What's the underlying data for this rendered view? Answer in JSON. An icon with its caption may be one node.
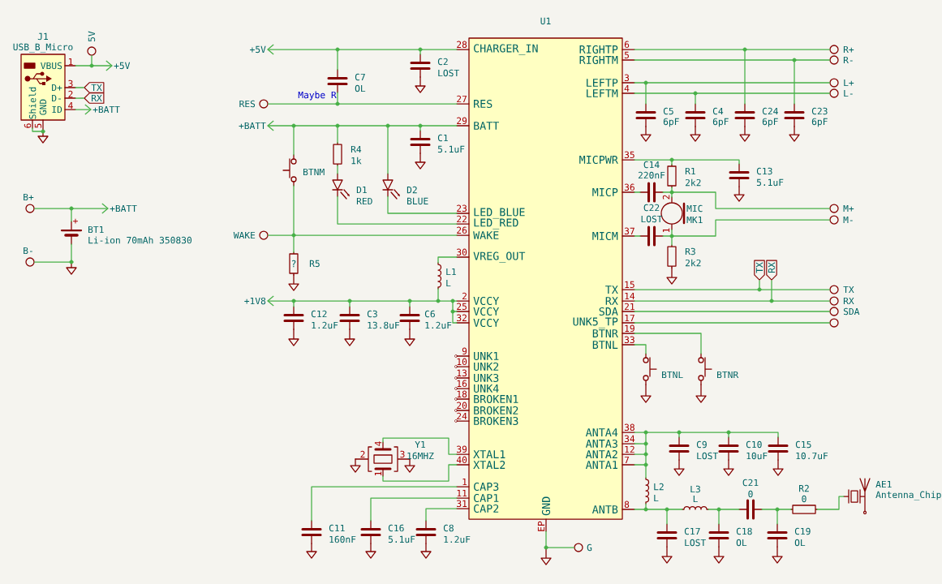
{
  "diagram": {
    "nodes": [
      {
        "text": [
          "J1",
          "USB_B_Micro",
          "VBUS",
          "1",
          "D+",
          "3",
          "D-",
          "2",
          "ID",
          "4",
          "Shield",
          "GND",
          "6",
          "5"
        ]
      },
      {
        "text": [
          "5V"
        ]
      },
      {
        "text": [
          "+5V"
        ]
      },
      {
        "text": [
          "TX"
        ]
      },
      {
        "text": [
          "RX"
        ]
      },
      {
        "text": [
          "+BATT"
        ]
      },
      {
        "text": [
          "B+"
        ]
      },
      {
        "text": [
          "+BATT"
        ]
      },
      {
        "text": [
          "+",
          "BT1",
          "Li-ion 70mAh 350830"
        ]
      },
      {
        "text": [
          "B-"
        ]
      },
      {
        "text": [
          "+5V"
        ]
      },
      {
        "text": [
          "C7",
          "OL"
        ]
      },
      {
        "text": [
          "C2",
          "LOST"
        ]
      },
      {
        "text": [
          "RES"
        ]
      },
      {
        "text": [
          "+BATT"
        ]
      },
      {
        "text": [
          "BTNM"
        ]
      },
      {
        "text": [
          "R4",
          "1k"
        ]
      },
      {
        "text": [
          "D1",
          "RED"
        ]
      },
      {
        "text": [
          "D2",
          "BLUE"
        ]
      },
      {
        "text": [
          "C1",
          "5.1uF"
        ]
      },
      {
        "text": [
          "WAKE"
        ]
      },
      {
        "text": [
          "?",
          "R5"
        ]
      },
      {
        "text": [
          "L1",
          "L"
        ]
      },
      {
        "text": [
          "+1V8"
        ]
      },
      {
        "text": [
          "C12",
          "1.2uF"
        ]
      },
      {
        "text": [
          "C3",
          "13.8uF"
        ]
      },
      {
        "text": [
          "C6",
          "1.2uF"
        ]
      },
      {
        "text": [
          "U1",
          "CHARGER_IN",
          "RES",
          "BATT",
          "LED_BLUE",
          "LED_RED",
          "WAKE",
          "VREG_OUT",
          "VCCY",
          "VCCY",
          "VCCY",
          "UNK1",
          "UNK2",
          "UNK3",
          "UNK4",
          "BROKEN1",
          "BROKEN2",
          "BROKEN3",
          "XTAL1",
          "XTAL2",
          "CAP3",
          "CAP1",
          "CAP2",
          "RIGHTP",
          "RIGHTM",
          "LEFTP",
          "LEFTM",
          "MICPWR",
          "MICP",
          "MICM",
          "TX",
          "RX",
          "SDA",
          "UNK5_TP",
          "BTNR",
          "BTNL",
          "ANTA4",
          "ANTA3",
          "ANTA2",
          "ANTA1",
          "ANTB",
          "GND"
        ],
        "beside": [
          "28",
          "27",
          "29",
          "23",
          "22",
          "26",
          "30",
          "2",
          "25",
          "32",
          "9",
          "10",
          "13",
          "16",
          "18",
          "20",
          "24",
          "39",
          "40",
          "1",
          "11",
          "31",
          "6",
          "5",
          "3",
          "4",
          "35",
          "36",
          "37",
          "15",
          "14",
          "21",
          "17",
          "19",
          "33",
          "38",
          "34",
          "12",
          "7",
          "8",
          "EP"
        ]
      },
      {
        "text": [
          "4",
          "Y1",
          "2",
          "3",
          "16MHZ",
          "1"
        ]
      },
      {
        "text": [
          "C11",
          "160nF"
        ]
      },
      {
        "text": [
          "C16",
          "5.1uF"
        ]
      },
      {
        "text": [
          "C8",
          "1.2uF"
        ]
      },
      {
        "text": [
          "G"
        ]
      },
      {
        "text": [
          "R+"
        ]
      },
      {
        "text": [
          "R-"
        ]
      },
      {
        "text": [
          "L+"
        ]
      },
      {
        "text": [
          "L-"
        ]
      },
      {
        "text": [
          "C5",
          "6pF"
        ]
      },
      {
        "text": [
          "C4",
          "6pF"
        ]
      },
      {
        "text": [
          "C24",
          "6pF"
        ]
      },
      {
        "text": [
          "C23",
          "6pF"
        ]
      },
      {
        "text": [
          "C13",
          "5.1uF"
        ]
      },
      {
        "text": [
          "R1",
          "2k2"
        ]
      },
      {
        "text": [
          "C14",
          "220nF"
        ]
      },
      {
        "text": [
          "2",
          "MIC",
          "MK1",
          "1"
        ]
      },
      {
        "text": [
          "C22",
          "LOST"
        ]
      },
      {
        "text": [
          "R3",
          "2k2"
        ]
      },
      {
        "text": [
          "M+"
        ]
      },
      {
        "text": [
          "M-"
        ]
      },
      {
        "text": [
          "TX"
        ]
      },
      {
        "text": [
          "RX"
        ]
      },
      {
        "text": [
          "TX"
        ]
      },
      {
        "text": [
          "RX"
        ]
      },
      {
        "text": [
          "SDA"
        ]
      },
      {
        "text": [],
        "shape": "circle"
      },
      {
        "text": [
          "BTNL"
        ]
      },
      {
        "text": [
          "BTNR"
        ]
      },
      {
        "text": [
          "C9",
          "LOST"
        ]
      },
      {
        "text": [
          "C10",
          "10uF"
        ]
      },
      {
        "text": [
          "C15",
          "10.7uF"
        ]
      },
      {
        "text": [
          "L2",
          "L"
        ]
      },
      {
        "text": [
          "L3",
          "L"
        ]
      },
      {
        "text": [
          "C21",
          "0"
        ]
      },
      {
        "text": [
          "R2",
          "0"
        ]
      },
      {
        "text": [
          "AE1",
          "Antenna_Chip"
        ]
      },
      {
        "text": [
          "C17",
          "LOST"
        ]
      },
      {
        "text": [
          "C18",
          "OL"
        ]
      },
      {
        "text": [
          "C19",
          "OL"
        ]
      },
      {
        "text": [],
        "shape": "dot"
      },
      {
        "text": [],
        "shape": "dot"
      },
      {
        "text": [],
        "shape": "dot"
      },
      {
        "text": [],
        "shape": "dot"
      },
      {
        "text": [],
        "shape": "dot"
      },
      {
        "text": [],
        "shape": "dot"
      },
      {
        "text": [],
        "shape": "dot"
      },
      {
        "text": [],
        "shape": "dot"
      },
      {
        "text": [],
        "shape": "dot"
      },
      {
        "text": [],
        "shape": "dot"
      },
      {
        "text": [],
        "shape": "dot"
      },
      {
        "text": [],
        "shape": "dot"
      },
      {
        "text": [],
        "shape": "dot"
      },
      {
        "text": [],
        "shape": "dot"
      },
      {
        "text": [],
        "shape": "dot"
      },
      {
        "text": [],
        "shape": "dot"
      },
      {
        "text": [],
        "shape": "dot"
      },
      {
        "text": [],
        "shape": "dot"
      },
      {
        "text": [],
        "shape": "dot"
      },
      {
        "text": [],
        "shape": "dot"
      },
      {
        "text": [],
        "shape": "dot"
      },
      {
        "text": [],
        "shape": "dot"
      },
      {
        "text": [],
        "shape": "dot"
      },
      {
        "text": [],
        "shape": "dot"
      },
      {
        "text": [],
        "shape": "dot"
      },
      {
        "text": [],
        "shape": "dot"
      },
      {
        "text": [],
        "shape": "dot"
      },
      {
        "text": [],
        "shape": "dot"
      },
      {
        "text": [],
        "shape": "dot"
      },
      {
        "text": [],
        "shape": "dot"
      },
      {
        "text": [],
        "shape": "dot"
      },
      {
        "text": [],
        "shape": "dot"
      },
      {
        "text": [],
        "shape": "dot"
      },
      {
        "text": [],
        "shape": "dot"
      },
      {
        "text": [],
        "shape": "dot"
      },
      {
        "text": [],
        "shape": "dot"
      },
      {
        "text": [],
        "shape": "dot"
      },
      {
        "text": [],
        "shape": "dot"
      }
    ],
    "edges": [
      {
        "from": 0,
        "to": 72,
        "arrow": "none"
      },
      {
        "from": 72,
        "to": 2,
        "arrow": "to"
      },
      {
        "from": 1,
        "to": 72,
        "arrow": "none"
      },
      {
        "from": 0,
        "to": 3,
        "arrow": "none"
      },
      {
        "from": 0,
        "to": 4,
        "arrow": "none"
      },
      {
        "from": 0,
        "to": 5,
        "arrow": "to"
      },
      {
        "from": 0,
        "to": 80,
        "arrow": "none"
      },
      {
        "from": 6,
        "to": 83,
        "arrow": "none"
      },
      {
        "from": 83,
        "to": 7,
        "arrow": "to"
      },
      {
        "from": 8,
        "to": 83,
        "arrow": "none"
      },
      {
        "from": 9,
        "to": 86,
        "arrow": "none"
      },
      {
        "from": 8,
        "to": 86,
        "arrow": "none"
      },
      {
        "from": 27,
        "to": 69,
        "arrow": "none"
      },
      {
        "from": 12,
        "to": 69,
        "arrow": "none"
      },
      {
        "from": 69,
        "to": 68,
        "arrow": "none"
      },
      {
        "from": 68,
        "to": 10,
        "arrow": "to"
      },
      {
        "from": 11,
        "to": 68,
        "arrow": "none"
      },
      {
        "from": 11,
        "to": 75,
        "arrow": "none"
      },
      {
        "from": 13,
        "to": 75,
        "arrow": "none"
      },
      {
        "from": 75,
        "to": 27,
        "arrow": "none"
      },
      {
        "from": 27,
        "to": 79,
        "arrow": "none"
      },
      {
        "from": 19,
        "to": 79,
        "arrow": "none"
      },
      {
        "from": 79,
        "to": 78,
        "arrow": "none"
      },
      {
        "from": 78,
        "to": 77,
        "arrow": "none"
      },
      {
        "from": 77,
        "to": 76,
        "arrow": "none"
      },
      {
        "from": 76,
        "to": 14,
        "arrow": "to"
      },
      {
        "from": 18,
        "to": 78,
        "arrow": "none"
      },
      {
        "from": 16,
        "to": 77,
        "arrow": "none"
      },
      {
        "from": 15,
        "to": 76,
        "arrow": "none"
      },
      {
        "from": 16,
        "to": 17,
        "arrow": "none"
      },
      {
        "from": 17,
        "to": 27,
        "arrow": "none"
      },
      {
        "from": 18,
        "to": 27,
        "arrow": "none"
      },
      {
        "from": 20,
        "to": 84,
        "arrow": "none"
      },
      {
        "from": 84,
        "to": 27,
        "arrow": "none"
      },
      {
        "from": 15,
        "to": 84,
        "arrow": "none"
      },
      {
        "from": 21,
        "to": 84,
        "arrow": "none"
      },
      {
        "from": 27,
        "to": 22,
        "arrow": "none"
      },
      {
        "from": 22,
        "to": 91,
        "arrow": "none"
      },
      {
        "from": 27,
        "to": 92,
        "arrow": "none"
      },
      {
        "from": 92,
        "to": 91,
        "arrow": "none"
      },
      {
        "from": 91,
        "to": 90,
        "arrow": "none"
      },
      {
        "from": 90,
        "to": 89,
        "arrow": "none"
      },
      {
        "from": 89,
        "to": 88,
        "arrow": "none"
      },
      {
        "from": 88,
        "to": 23,
        "arrow": "to"
      },
      {
        "from": 24,
        "to": 88,
        "arrow": "none"
      },
      {
        "from": 25,
        "to": 89,
        "arrow": "none"
      },
      {
        "from": 26,
        "to": 90,
        "arrow": "none"
      },
      {
        "from": 92,
        "to": 94,
        "arrow": "none"
      },
      {
        "from": 94,
        "to": 27,
        "arrow": "none"
      },
      {
        "from": 94,
        "to": 27,
        "arrow": "none"
      },
      {
        "from": 28,
        "to": 27,
        "arrow": "none"
      },
      {
        "from": 28,
        "to": 27,
        "arrow": "none"
      },
      {
        "from": 29,
        "to": 27,
        "arrow": "none"
      },
      {
        "from": 30,
        "to": 27,
        "arrow": "none"
      },
      {
        "from": 31,
        "to": 27,
        "arrow": "none"
      },
      {
        "from": 27,
        "to": 105,
        "arrow": "none"
      },
      {
        "from": 105,
        "to": 32,
        "arrow": "none"
      },
      {
        "from": 27,
        "to": 70,
        "arrow": "none"
      },
      {
        "from": 70,
        "to": 33,
        "arrow": "none"
      },
      {
        "from": 39,
        "to": 70,
        "arrow": "none"
      },
      {
        "from": 27,
        "to": 71,
        "arrow": "none"
      },
      {
        "from": 71,
        "to": 34,
        "arrow": "none"
      },
      {
        "from": 40,
        "to": 71,
        "arrow": "none"
      },
      {
        "from": 27,
        "to": 73,
        "arrow": "none"
      },
      {
        "from": 73,
        "to": 35,
        "arrow": "none"
      },
      {
        "from": 37,
        "to": 73,
        "arrow": "none"
      },
      {
        "from": 27,
        "to": 74,
        "arrow": "none"
      },
      {
        "from": 74,
        "to": 36,
        "arrow": "none"
      },
      {
        "from": 38,
        "to": 74,
        "arrow": "none"
      },
      {
        "from": 27,
        "to": 81,
        "arrow": "none"
      },
      {
        "from": 81,
        "to": 41,
        "arrow": "none"
      },
      {
        "from": 42,
        "to": 81,
        "arrow": "none"
      },
      {
        "from": 27,
        "to": 43,
        "arrow": "none"
      },
      {
        "from": 43,
        "to": 82,
        "arrow": "none"
      },
      {
        "from": 42,
        "to": 82,
        "arrow": "none"
      },
      {
        "from": 82,
        "to": 44,
        "arrow": "none"
      },
      {
        "from": 82,
        "to": 47,
        "arrow": "none"
      },
      {
        "from": 27,
        "to": 45,
        "arrow": "none"
      },
      {
        "from": 45,
        "to": 85,
        "arrow": "none"
      },
      {
        "from": 44,
        "to": 85,
        "arrow": "none"
      },
      {
        "from": 46,
        "to": 85,
        "arrow": "none"
      },
      {
        "from": 85,
        "to": 48,
        "arrow": "none"
      },
      {
        "from": 27,
        "to": 87,
        "arrow": "none"
      },
      {
        "from": 87,
        "to": 51,
        "arrow": "none"
      },
      {
        "from": 49,
        "to": 87,
        "arrow": "none"
      },
      {
        "from": 27,
        "to": 93,
        "arrow": "none"
      },
      {
        "from": 93,
        "to": 52,
        "arrow": "none"
      },
      {
        "from": 50,
        "to": 93,
        "arrow": "none"
      },
      {
        "from": 27,
        "to": 53,
        "arrow": "none"
      },
      {
        "from": 27,
        "to": 54,
        "arrow": "none"
      },
      {
        "from": 27,
        "to": 56,
        "arrow": "none"
      },
      {
        "from": 27,
        "to": 55,
        "arrow": "none"
      },
      {
        "from": 27,
        "to": 95,
        "arrow": "none"
      },
      {
        "from": 95,
        "to": 96,
        "arrow": "none"
      },
      {
        "from": 96,
        "to": 97,
        "arrow": "none"
      },
      {
        "from": 97,
        "to": 59,
        "arrow": "none"
      },
      {
        "from": 57,
        "to": 96,
        "arrow": "none"
      },
      {
        "from": 58,
        "to": 97,
        "arrow": "none"
      },
      {
        "from": 27,
        "to": 98,
        "arrow": "none"
      },
      {
        "from": 27,
        "to": 99,
        "arrow": "none"
      },
      {
        "from": 27,
        "to": 100,
        "arrow": "none"
      },
      {
        "from": 95,
        "to": 98,
        "arrow": "none"
      },
      {
        "from": 98,
        "to": 99,
        "arrow": "none"
      },
      {
        "from": 99,
        "to": 100,
        "arrow": "none"
      },
      {
        "from": 100,
        "to": 60,
        "arrow": "none"
      },
      {
        "from": 60,
        "to": 101,
        "arrow": "none"
      },
      {
        "from": 27,
        "to": 101,
        "arrow": "none"
      },
      {
        "from": 101,
        "to": 102,
        "arrow": "none"
      },
      {
        "from": 65,
        "to": 102,
        "arrow": "none"
      },
      {
        "from": 102,
        "to": 61,
        "arrow": "none"
      },
      {
        "from": 61,
        "to": 103,
        "arrow": "none"
      },
      {
        "from": 66,
        "to": 103,
        "arrow": "none"
      },
      {
        "from": 103,
        "to": 62,
        "arrow": "none"
      },
      {
        "from": 62,
        "to": 104,
        "arrow": "none"
      },
      {
        "from": 67,
        "to": 104,
        "arrow": "none"
      },
      {
        "from": 104,
        "to": 63,
        "arrow": "none"
      },
      {
        "from": 63,
        "to": 64,
        "arrow": "none"
      }
    ],
    "labels": [
      "Maybe R"
    ]
  }
}
